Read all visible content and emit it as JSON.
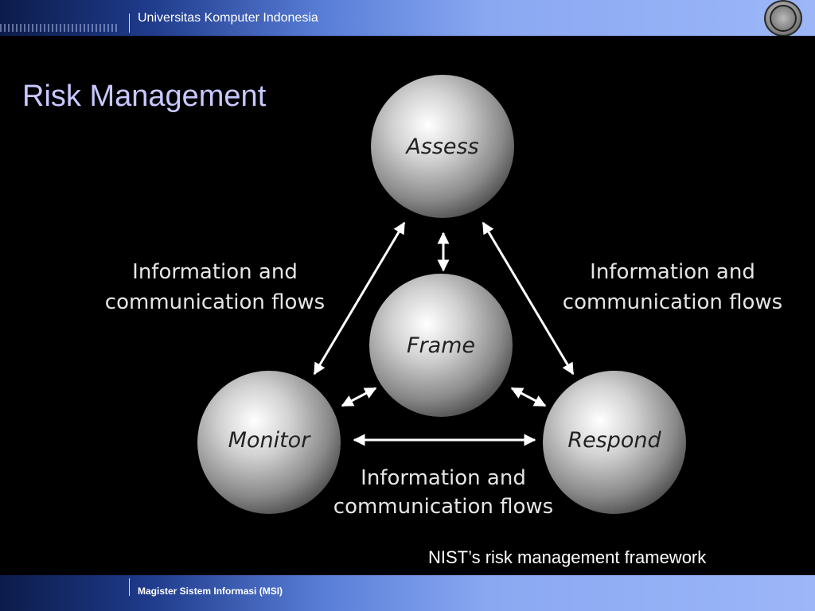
{
  "header": {
    "institution": "Universitas Komputer Indonesia"
  },
  "slide": {
    "title": "Risk Management",
    "caption": "NIST’s risk management framework"
  },
  "diagram": {
    "nodes": {
      "assess": "Assess",
      "frame": "Frame",
      "monitor": "Monitor",
      "respond": "Respond"
    },
    "flow_left": [
      "Information and",
      "communication flows"
    ],
    "flow_right": [
      "Information and",
      "communication flows"
    ],
    "flow_bottom": [
      "Information and",
      "communication flows"
    ]
  },
  "footer": {
    "program": "Magister Sistem Informasi (MSI)"
  }
}
